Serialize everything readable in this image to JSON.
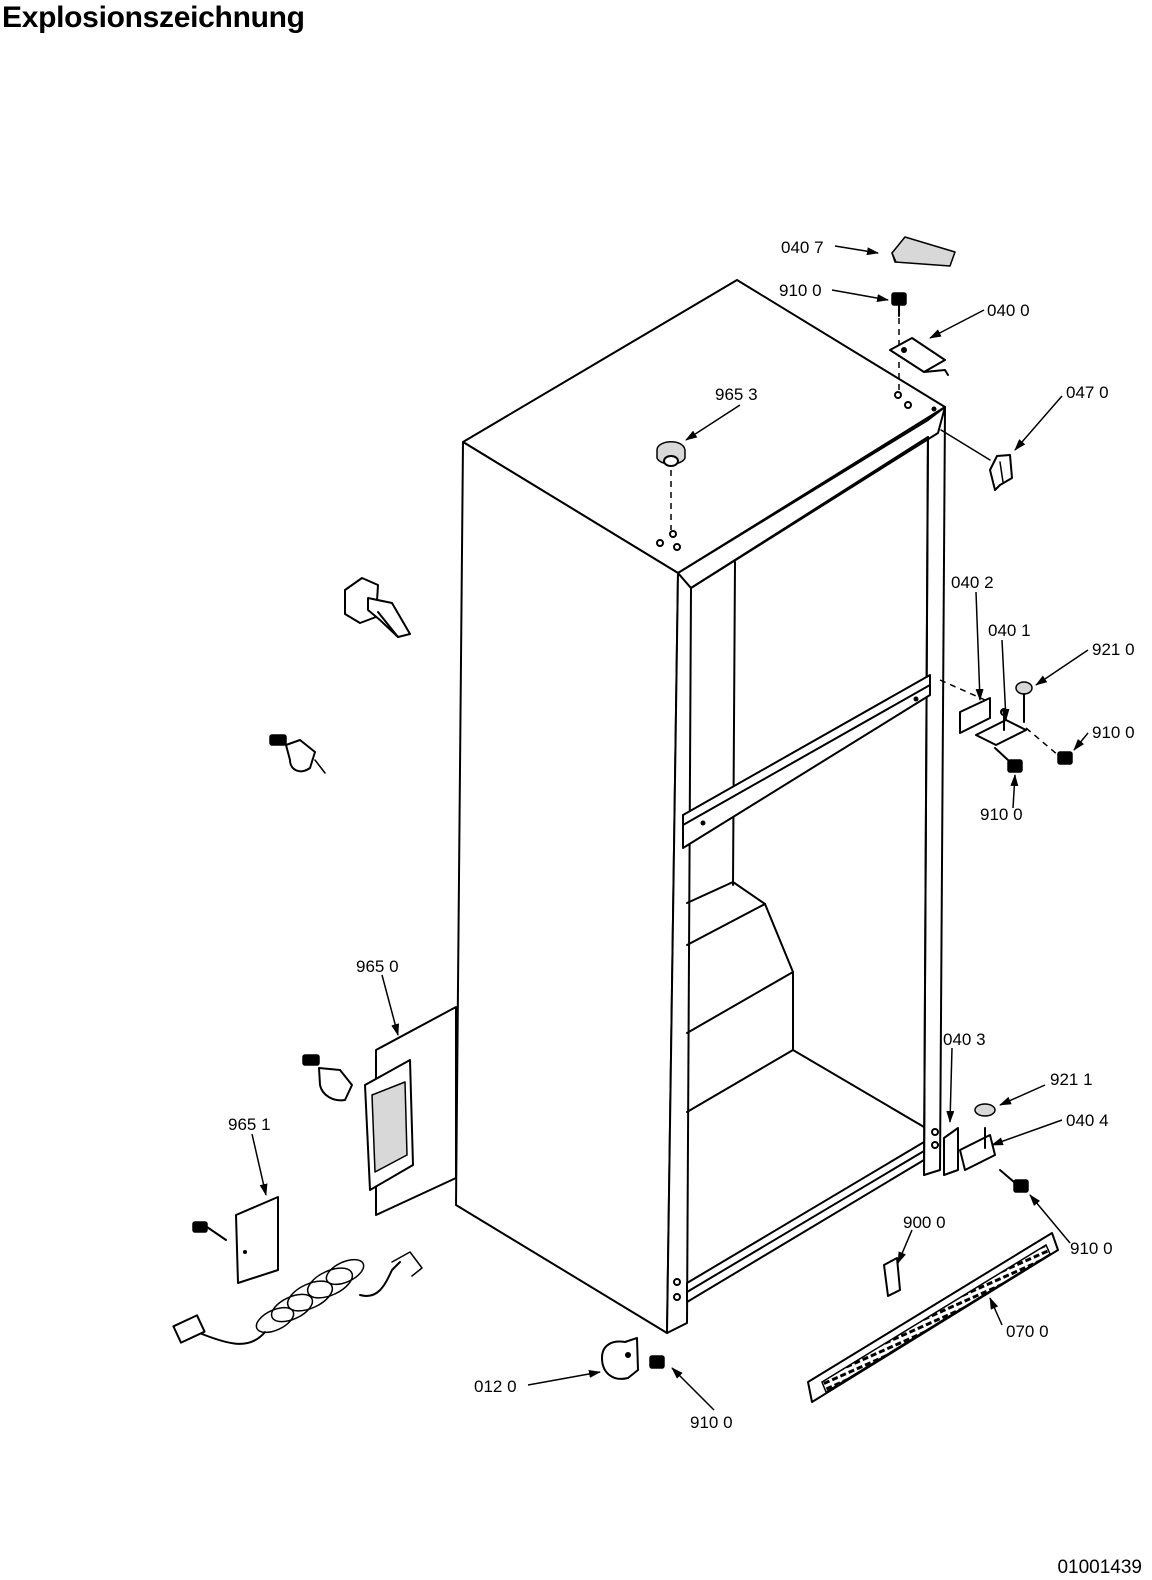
{
  "title": "Explosionszeichnung",
  "document_number": "01001439",
  "callouts": [
    {
      "id": "0407",
      "text": "040 7"
    },
    {
      "id": "9100-top",
      "text": "910 0"
    },
    {
      "id": "0400",
      "text": "040 0"
    },
    {
      "id": "9653",
      "text": "965 3"
    },
    {
      "id": "0470",
      "text": "047 0"
    },
    {
      "id": "0402",
      "text": "040 2"
    },
    {
      "id": "0401",
      "text": "040 1"
    },
    {
      "id": "9210",
      "text": "921 0"
    },
    {
      "id": "9100-mid-right",
      "text": "910 0"
    },
    {
      "id": "9100-mid",
      "text": "910 0"
    },
    {
      "id": "9650",
      "text": "965 0"
    },
    {
      "id": "0403",
      "text": "040 3"
    },
    {
      "id": "9211",
      "text": "921 1"
    },
    {
      "id": "0404",
      "text": "040 4"
    },
    {
      "id": "9651",
      "text": "965 1"
    },
    {
      "id": "9000",
      "text": "900 0"
    },
    {
      "id": "9100-low-right",
      "text": "910 0"
    },
    {
      "id": "0700",
      "text": "070 0"
    },
    {
      "id": "0120",
      "text": "012 0"
    },
    {
      "id": "9100-bottom",
      "text": "910 0"
    }
  ]
}
